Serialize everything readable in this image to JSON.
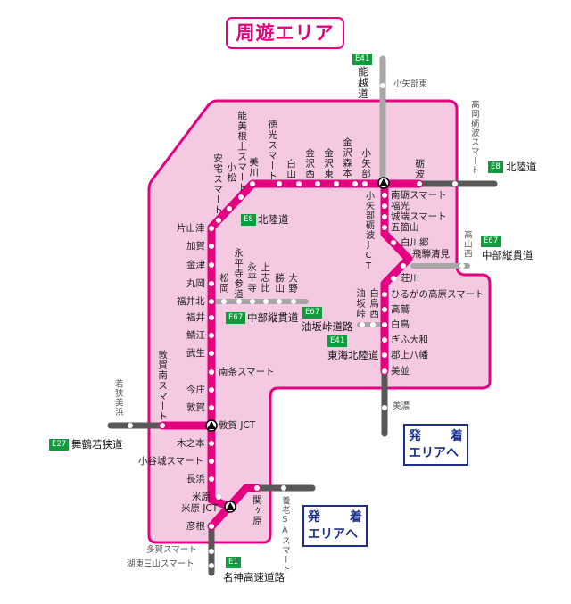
{
  "title": "周遊エリア",
  "colors": {
    "area_fill": "#f6c9e3",
    "area_border": "#e4007f",
    "route_pink": "#e4007f",
    "route_gray_dark": "#595757",
    "route_gray_light": "#a7a7a7",
    "badge_green": "#109a3c",
    "departure_blue": "#1d2f8e"
  },
  "roads": {
    "noetsu": {
      "badge": "E41",
      "name": "能越道"
    },
    "hokuriku_top": {
      "badge": "E8",
      "name": "北陸道"
    },
    "hokuriku_inner": {
      "badge": "E8",
      "name": "北陸道"
    },
    "chubu_right": {
      "badge": "E67",
      "name": "中部縦貫道"
    },
    "chubu_inner": {
      "badge": "E67",
      "name": "中部縦貫道"
    },
    "aburasaka": {
      "badge": "E67",
      "name": "油坂峠道路"
    },
    "tokai_hokuriku": {
      "badge": "E41",
      "name": "東海北陸道"
    },
    "maizuru": {
      "badge": "E27",
      "name": "舞鶴若狭道"
    },
    "meishin": {
      "badge": "E1",
      "name": "名神高速道路"
    }
  },
  "stations": {
    "hokuriku_top": [
      "能美根上スマート",
      "小松",
      "安宅スマート",
      "美川",
      "徳光スマート",
      "白山",
      "金沢西",
      "金沢東",
      "金沢森本",
      "小矢部",
      "砺波"
    ],
    "hokuriku_left": [
      "片山津",
      "加賀",
      "金津",
      "丸岡",
      "福井北",
      "福井",
      "鯖江",
      "武生",
      "南条スマート",
      "今庄",
      "敦賀"
    ],
    "chubu_inner": [
      "松岡",
      "永平寺参道",
      "永平寺",
      "上志比",
      "勝山",
      "大野"
    ],
    "tokai_hokuriku": [
      "南砺スマート",
      "福光",
      "城端スマート",
      "五箇山",
      "白川郷",
      "飛騨清見",
      "荘川",
      "ひるがの高原スマート",
      "高鷲",
      "白鳥",
      "ぎふ大和",
      "郡上八幡",
      "美並"
    ],
    "aburasaka": [
      "油坂峠",
      "白鳥西"
    ],
    "meishin_inner": [
      "木之本",
      "小谷城スマート",
      "長浜",
      "米原",
      "彦根",
      "関ヶ原"
    ],
    "junctions": [
      "小矢部砺波JCT",
      "敦賀 JCT",
      "米原 JCT"
    ],
    "outside": {
      "koyabe_higashi": "小矢部東",
      "takaoka_tonami": "高岡砺波スマート",
      "takayama_nishi": "高山西",
      "mino": "美濃",
      "tsuruga_minami": "敦賀南スマート",
      "wakasa_mihama": "若狭美浜",
      "taga": "多賀スマート",
      "koto_sanzan": "湖東三山スマート",
      "yoro": "養老SAスマート"
    }
  },
  "departure_boxes": [
    {
      "line1_left": "発",
      "line1_right": "着",
      "line2": "エリアへ"
    },
    {
      "line1_left": "発",
      "line1_right": "着",
      "line2": "エリアへ"
    }
  ]
}
